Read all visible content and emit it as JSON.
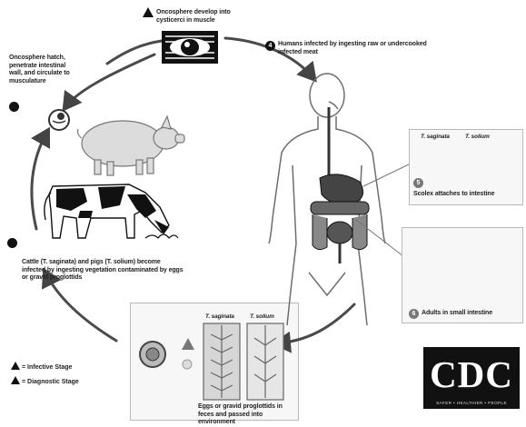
{
  "labels": {
    "oncosphere_develop": "Oncosphere develop into cysticerci in muscle",
    "humans_infected": "Humans infected by ingesting raw or undercooked infected meat",
    "oncosphere_hatch": "Oncosphere hatch, penetrate intestinal wall, and circulate to musculature",
    "cattle_pigs": "Cattle (T. saginata) and pigs (T. solium) become infected by ingesting vegetation contaminated by eggs or gravid proglottids",
    "scolex": "Scolex attaches to intestine",
    "adults": "Adults in small intestine",
    "eggs": "Eggs or gravid proglottids in feces and passed into environment"
  },
  "species": {
    "saginata": "T. saginata",
    "solium": "T. solium"
  },
  "stage_numbers": {
    "humans": "4",
    "scolex": "5",
    "adults": "6"
  },
  "legend": {
    "infective": "= Infective Stage",
    "diagnostic": "= Diagnostic Stage"
  },
  "logo": {
    "main": "CDC",
    "sub": "SAFER • HEALTHIER • PEOPLE"
  },
  "colors": {
    "arrow": "#5a5a5a",
    "outline": "#6e6e6e",
    "panel_bg": "#f7f7f7",
    "logo_bg": "#111111"
  }
}
